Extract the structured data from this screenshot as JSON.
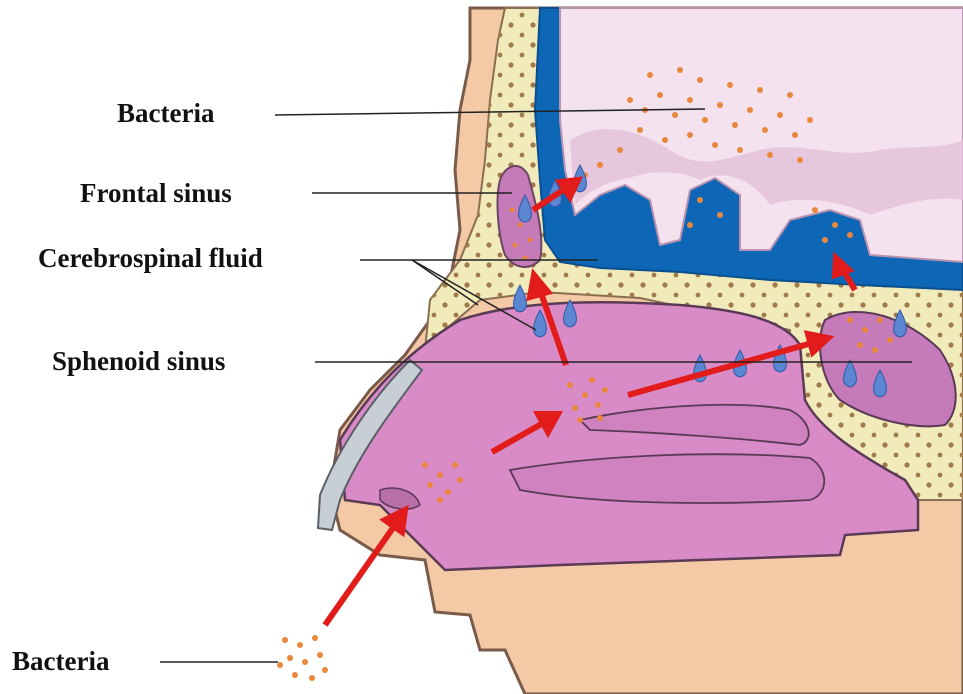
{
  "labels": {
    "bacteria_top": "Bacteria",
    "frontal_sinus": "Frontal sinus",
    "cerebrospinal_fluid": "Cerebrospinal fluid",
    "sphenoid_sinus": "Sphenoid sinus",
    "bacteria_bottom": "Bacteria"
  },
  "colors": {
    "skin": "#f3c9a6",
    "skin_outline": "#7a5a48",
    "bone": "#f1ebbc",
    "bone_dot": "#a07a48",
    "csf": "#0d66b6",
    "brain": "#f4e2ee",
    "brain_fold": "#d8b2cf",
    "nasal_cavity": "#d88bc6",
    "sinus": "#c57ab9",
    "cartilage": "#c8ced6",
    "bacteria": "#e9873d",
    "arrow": "#e21b1b",
    "droplet": "#5a86d2",
    "leader_line": "#222222"
  }
}
